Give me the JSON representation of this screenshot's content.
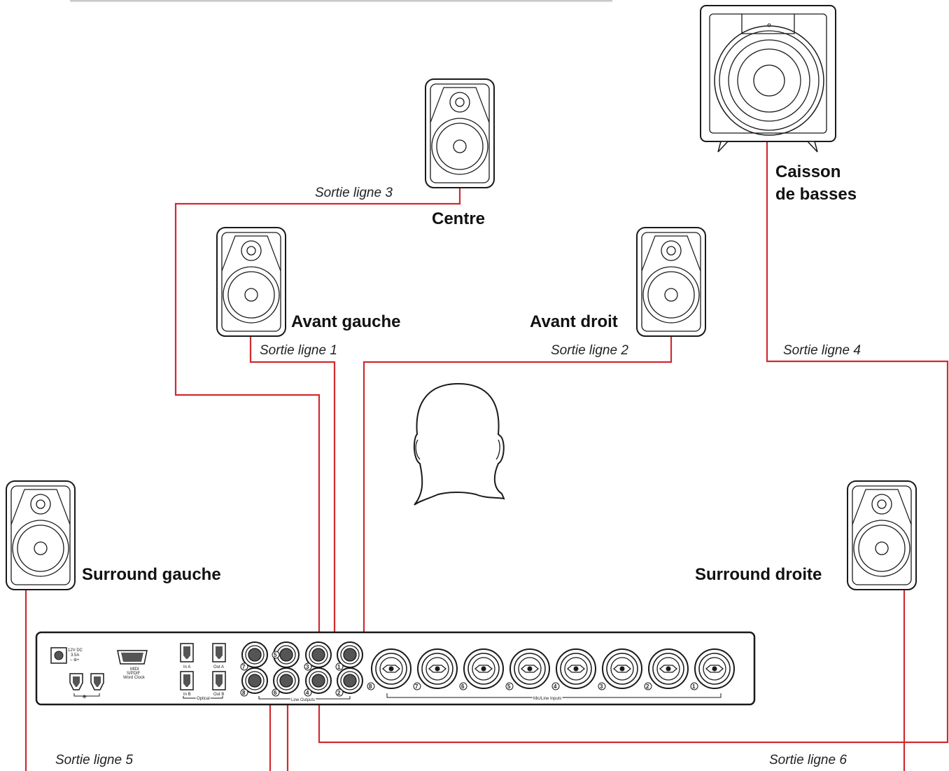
{
  "speakers": {
    "center": "Centre",
    "front_left": "Avant gauche",
    "front_right": "Avant droit",
    "subwoofer_line1": "Caisson",
    "subwoofer_line2": "de basses",
    "surround_left": "Surround gauche",
    "surround_right": "Surround droite"
  },
  "outputs": {
    "line1": "Sortie ligne 1",
    "line2": "Sortie ligne 2",
    "line3": "Sortie ligne 3",
    "line4": "Sortie ligne 4",
    "line5": "Sortie ligne 5",
    "line6": "Sortie ligne 6"
  },
  "interface": {
    "power_line1": "12V DC",
    "power_line2": "3.5A",
    "midi_line1": "MIDI",
    "midi_line2": "S/PDIF",
    "midi_line3": "Word Clock",
    "optical_in_a": "In A",
    "optical_out_a": "Out A",
    "optical_in_b": "In B",
    "optical_out_b": "Out B",
    "optical_label": "Optical",
    "line_outputs_label": "Line Outputs",
    "mic_inputs_label": "Mic/Line Inputs",
    "line_jacks_top": [
      "7",
      "5",
      "3",
      "1"
    ],
    "line_jacks_bottom": [
      "8",
      "6",
      "4",
      "2"
    ],
    "mic_jacks": [
      "8",
      "7",
      "6",
      "5",
      "4",
      "3",
      "2",
      "1"
    ]
  },
  "colors": {
    "cable": "#d12a2f",
    "ink": "#1a1a1a"
  }
}
